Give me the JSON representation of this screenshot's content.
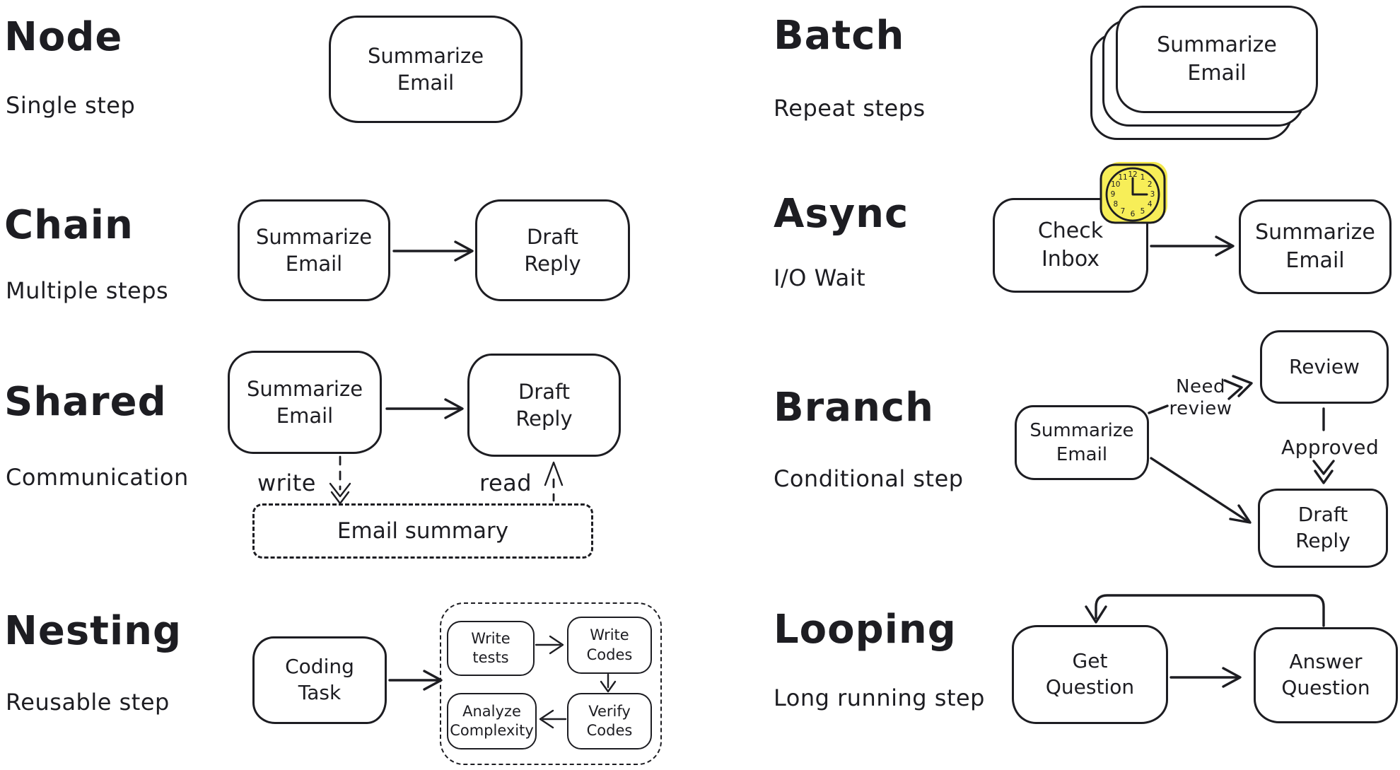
{
  "palette": {
    "ink": "#1d1d22",
    "paper": "#ffffff",
    "clock_yellow": "#f7ee58",
    "clock_yellow_shadow": "#f3e84e"
  },
  "sections": {
    "node": {
      "title": "Node",
      "subtitle": "Single step",
      "box": "Summarize\nEmail"
    },
    "chain": {
      "title": "Chain",
      "subtitle": "Multiple steps",
      "boxes": [
        "Summarize\nEmail",
        "Draft\nReply"
      ]
    },
    "shared": {
      "title": "Shared",
      "subtitle": "Communication",
      "boxes": [
        "Summarize\nEmail",
        "Draft\nReply"
      ],
      "labels": {
        "write": "write",
        "read": "read"
      },
      "store": "Email summary"
    },
    "nesting": {
      "title": "Nesting",
      "subtitle": "Reusable step",
      "outer": "Coding\nTask",
      "inner": [
        "Write\ntests",
        "Write\nCodes",
        "Analyze\nComplexity",
        "Verify\nCodes"
      ]
    },
    "batch": {
      "title": "Batch",
      "subtitle": "Repeat steps",
      "card": "Summarize\nEmail"
    },
    "async": {
      "title": "Async",
      "subtitle": "I/O Wait",
      "boxes": [
        "Check\nInbox",
        "Summarize\nEmail"
      ],
      "clock": {
        "numbers": [
          "12",
          "1",
          "2",
          "3",
          "4",
          "5",
          "6",
          "7",
          "8",
          "9",
          "10",
          "11"
        ]
      }
    },
    "branch": {
      "title": "Branch",
      "subtitle": "Conditional step",
      "boxes": [
        "Summarize\nEmail",
        "Review",
        "Draft\nReply"
      ],
      "labels": {
        "need_review": "Need\nreview",
        "approved": "Approved"
      }
    },
    "looping": {
      "title": "Looping",
      "subtitle": "Long running step",
      "boxes": [
        "Get\nQuestion",
        "Answer\nQuestion"
      ]
    }
  }
}
